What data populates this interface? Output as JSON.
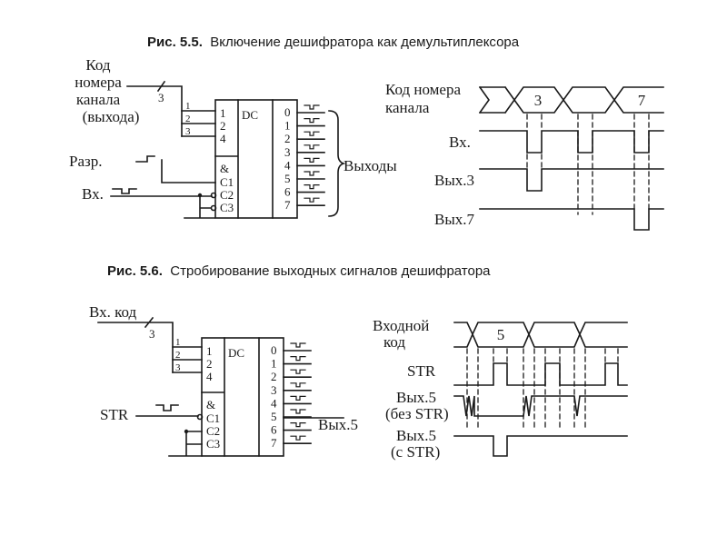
{
  "fig55": {
    "caption_num": "Рис. 5.5.",
    "caption_text": "Включение дешифратора как демультиплексора",
    "input_label_lines": [
      "Код",
      "номера",
      "канала",
      "(выхода)"
    ],
    "bus_width": "3",
    "enable_label": "Разр.",
    "data_label": "Вх.",
    "outputs_label": "Выходы",
    "timing": {
      "code_label_line1": "Код номера",
      "code_label_line2": "канала",
      "code_values": [
        "3",
        "7"
      ],
      "in_label": "Вх.",
      "out3_label": "Вых.3",
      "out7_label": "Вых.7"
    }
  },
  "fig56": {
    "caption_num": "Рис. 5.6.",
    "caption_text": "Стробирование выходных сигналов дешифратора",
    "input_label": "Вх. код",
    "bus_width": "3",
    "strobe_label": "STR",
    "output_label": "Вых.5",
    "timing": {
      "in_label_line1": "Входной",
      "in_label_line2": "код",
      "code_value": "5",
      "str_label": "STR",
      "out_nostr_line1": "Вых.5",
      "out_nostr_line2": "(без STR)",
      "out_str_line1": "Вых.5",
      "out_str_line2": "(с STR)"
    }
  },
  "chip": {
    "title": "DC",
    "addr_pins": [
      "1",
      "2",
      "4"
    ],
    "addr_bits": [
      "1",
      "2",
      "3"
    ],
    "and_symbol": "&",
    "ctrl_pins": [
      "C1",
      "C2",
      "C3"
    ],
    "out_pins": [
      "0",
      "1",
      "2",
      "3",
      "4",
      "5",
      "6",
      "7"
    ]
  }
}
